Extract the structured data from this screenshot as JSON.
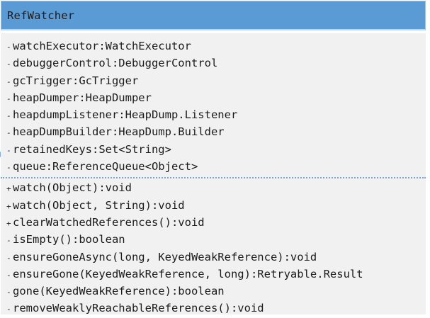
{
  "diagram": {
    "class_name": "RefWatcher",
    "fields": [
      {
        "visibility": "-",
        "signature": "watchExecutor:WatchExecutor"
      },
      {
        "visibility": "-",
        "signature": "debuggerControl:DebuggerControl"
      },
      {
        "visibility": "-",
        "signature": "gcTrigger:GcTrigger"
      },
      {
        "visibility": "-",
        "signature": "heapDumper:HeapDumper"
      },
      {
        "visibility": "-",
        "signature": "heapdumpListener:HeapDump.Listener"
      },
      {
        "visibility": "-",
        "signature": "heapDumpBuilder:HeapDump.Builder"
      },
      {
        "visibility": "-",
        "signature": "retainedKeys:Set<String>"
      },
      {
        "visibility": "-",
        "signature": "queue:ReferenceQueue<Object>"
      }
    ],
    "methods": [
      {
        "visibility": "+",
        "signature": "watch(Object):void"
      },
      {
        "visibility": "+",
        "signature": "watch(Object, String):void"
      },
      {
        "visibility": "+",
        "signature": "clearWatchedReferences():void"
      },
      {
        "visibility": "-",
        "signature": "isEmpty():boolean"
      },
      {
        "visibility": "-",
        "signature": "ensureGoneAsync(long, KeyedWeakReference):void"
      },
      {
        "visibility": "-",
        "signature": "ensureGone(KeyedWeakReference, long):Retryable.Result"
      },
      {
        "visibility": "-",
        "signature": "gone(KeyedWeakReference):boolean"
      },
      {
        "visibility": "-",
        "signature": "removeWeaklyReachableReferences():void"
      }
    ],
    "colors": {
      "header_bg": "#5B9BD5",
      "header_text": "#1C1C1C",
      "body_bg": "#F1F1F2",
      "body_text": "#1B1B1B",
      "divider": "#74A9D8",
      "connector": "#7FAFDC"
    }
  }
}
